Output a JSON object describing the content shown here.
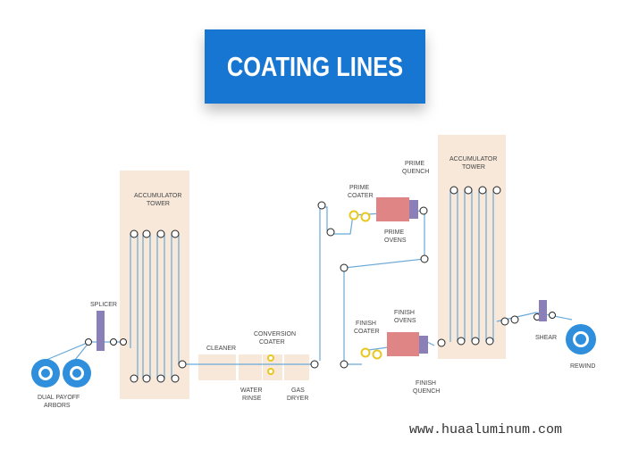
{
  "banner": {
    "title": "COATING LINES"
  },
  "labels": {
    "splicer": "SPLICER",
    "dual_payoff": [
      "DUAL PAYOFF",
      "ARBORS"
    ],
    "accumulator_left": [
      "ACCUMULATOR",
      "TOWER"
    ],
    "cleaner": "CLEANER",
    "conversion_coater": [
      "CONVERSION",
      "COATER"
    ],
    "water_rinse": [
      "WATER",
      "RINSE"
    ],
    "gas_dryer": [
      "GAS",
      "DRYER"
    ],
    "prime_coater": [
      "PRIME",
      "COATER"
    ],
    "prime_quench": [
      "PRIME",
      "QUENCH"
    ],
    "prime_ovens": [
      "PRIME",
      "OVENS"
    ],
    "finish_coater": [
      "FINISH",
      "COATER"
    ],
    "finish_ovens": [
      "FINISH",
      "OVENS"
    ],
    "finish_quench": [
      "FINISH",
      "QUENCH"
    ],
    "accumulator_right": [
      "ACCUMULATOR",
      "TOWER"
    ],
    "shear": "SHEAR",
    "rewind": "REWIND"
  },
  "watermark": "www.huaaluminum.com",
  "colors": {
    "banner": "#1776d2",
    "tower": "#f7e8da",
    "coil": "#2f8fdc",
    "strip": "#6aa9d8",
    "oven": "#e08585",
    "coater": "#e8c820",
    "splicer": "#8b7fb8"
  }
}
